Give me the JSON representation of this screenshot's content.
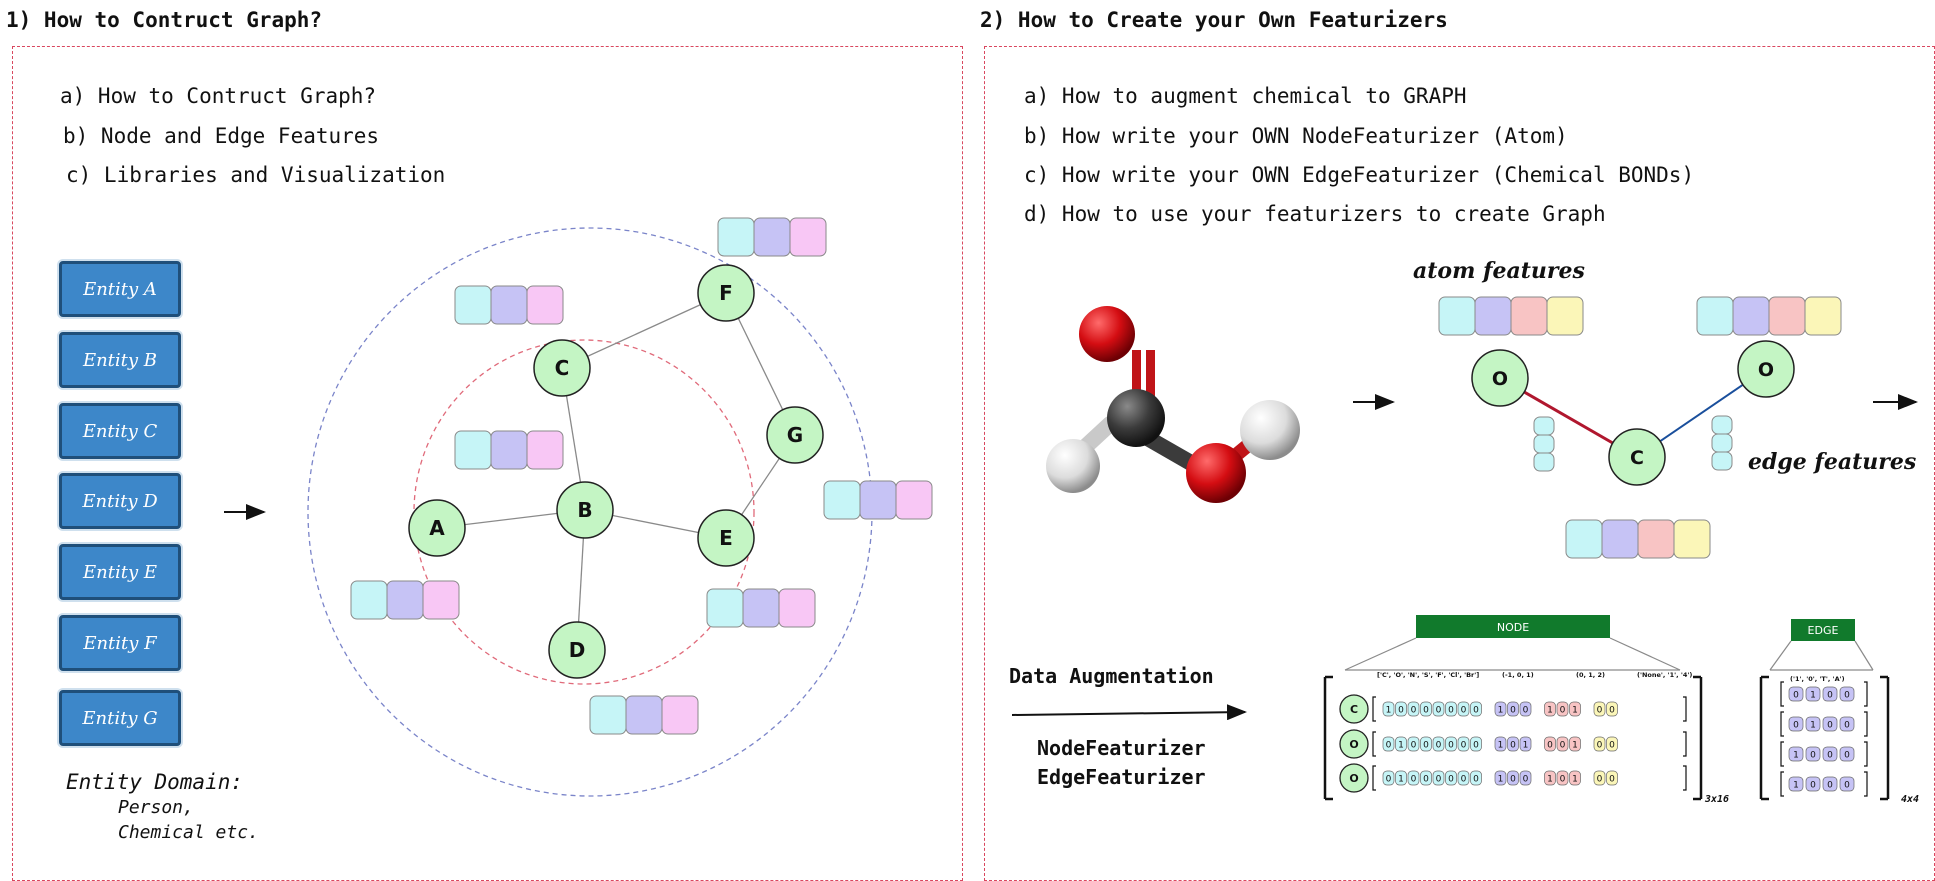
{
  "left": {
    "title": "1) How to Contruct Graph?",
    "topics": [
      "a) How to Contruct Graph?",
      "b) Node and Edge Features",
      "c) Libraries and Visualization"
    ],
    "entities": [
      "Entity A",
      "Entity B",
      "Entity C",
      "Entity D",
      "Entity E",
      "Entity F",
      "Entity G"
    ],
    "domain_title": "Entity Domain:",
    "domain_lines": [
      "Person,",
      "Chemical etc."
    ],
    "graph_nodes": [
      "A",
      "B",
      "C",
      "D",
      "E",
      "F",
      "G"
    ],
    "colors": {
      "node_fill": "#c4f5c4",
      "feature_cyan": "#c6f5f7",
      "feature_purple": "#c6c3f5",
      "feature_pink": "#f8c7f5",
      "entity_blue": "#3d87c9"
    }
  },
  "right": {
    "title": "2) How to Create your Own Featurizers",
    "topics": [
      "a) How to augment chemical to GRAPH",
      "b) How write your OWN NodeFeaturizer (Atom)",
      "c) How write your OWN EdgeFeaturizer (Chemical BONDs)",
      "d) How to use your featurizers to create Graph"
    ],
    "atom_features_label": "atom features",
    "edge_features_label": "edge features",
    "molecule_nodes": [
      "O",
      "C",
      "O"
    ],
    "augment_label": "Data Augmentation",
    "featurizer_labels": [
      "NodeFeaturizer",
      "EdgeFeaturizer"
    ],
    "node_header": "NODE",
    "edge_header": "EDGE",
    "node_group_headers": [
      "['C', 'O', 'N', 'S', 'F', 'Cl', 'Br']",
      "(-1, 0, 1)",
      "(0, 1, 2)",
      "('None', '1', '4')"
    ],
    "edge_group_header": "('1', '0', 'T', 'A')",
    "node_rows": [
      {
        "atom": "C",
        "bits": [
          "1",
          "0",
          "0",
          "0",
          "0",
          "0",
          "0",
          "0",
          "1",
          "0",
          "0",
          "1",
          "0",
          "1",
          "0",
          "0"
        ]
      },
      {
        "atom": "O",
        "bits": [
          "0",
          "1",
          "0",
          "0",
          "0",
          "0",
          "0",
          "0",
          "1",
          "0",
          "1",
          "0",
          "0",
          "1",
          "0",
          "0"
        ]
      },
      {
        "atom": "O",
        "bits": [
          "0",
          "1",
          "0",
          "0",
          "0",
          "0",
          "0",
          "0",
          "1",
          "0",
          "0",
          "1",
          "0",
          "1",
          "0",
          "0"
        ]
      }
    ],
    "edge_rows": [
      [
        "0",
        "1",
        "0",
        "0"
      ],
      [
        "0",
        "1",
        "0",
        "0"
      ],
      [
        "1",
        "0",
        "0",
        "0"
      ],
      [
        "1",
        "0",
        "0",
        "0"
      ]
    ],
    "node_shape": "3x16",
    "edge_shape": "4x4",
    "colors": {
      "header_green": "#117a2c",
      "bond_red": "#b0172e",
      "bond_blue": "#1a4f9c",
      "feature_yellow": "#fbf6b8",
      "feature_red": "#f8c4c4"
    }
  }
}
